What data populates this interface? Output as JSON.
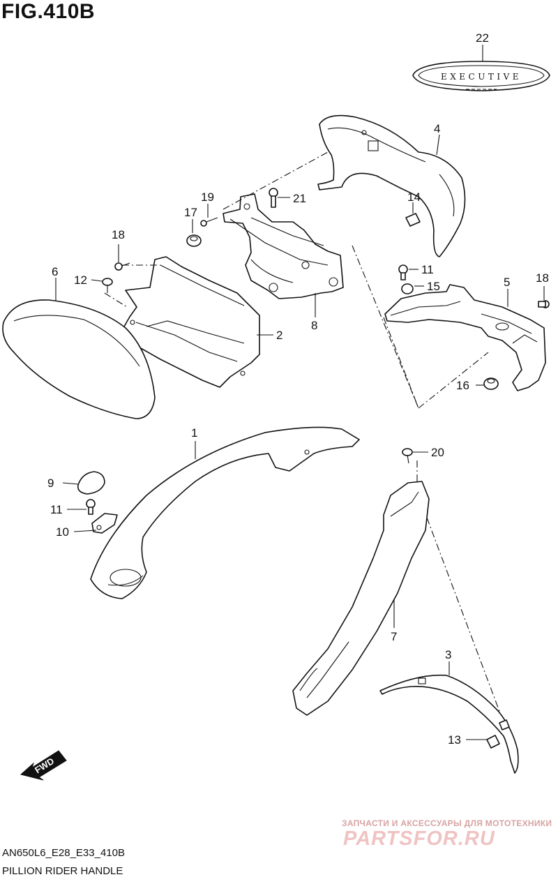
{
  "figure": {
    "title": "FIG.410B",
    "code": "AN650L6_E28_E33_410B",
    "caption": "PILLION RIDER HANDLE"
  },
  "emblem": {
    "text": "EXECUTIVE"
  },
  "fwd_arrow": {
    "label": "FWD"
  },
  "watermark": {
    "line1": "ЗАПЧАСТИ И АКСЕССУАРЫ ДЛЯ МОТОТЕХНИКИ",
    "logo": "PARTSFOR.RU"
  },
  "callouts": {
    "c1": "1",
    "c2": "2",
    "c3": "3",
    "c4": "4",
    "c5": "5",
    "c6": "6",
    "c7": "7",
    "c8": "8",
    "c9": "9",
    "c10": "10",
    "c11a": "11",
    "c11b": "11",
    "c12": "12",
    "c13": "13",
    "c14": "14",
    "c15": "15",
    "c16": "16",
    "c17": "17",
    "c18a": "18",
    "c18b": "18",
    "c19": "19",
    "c20": "20",
    "c21": "21",
    "c22": "22"
  }
}
